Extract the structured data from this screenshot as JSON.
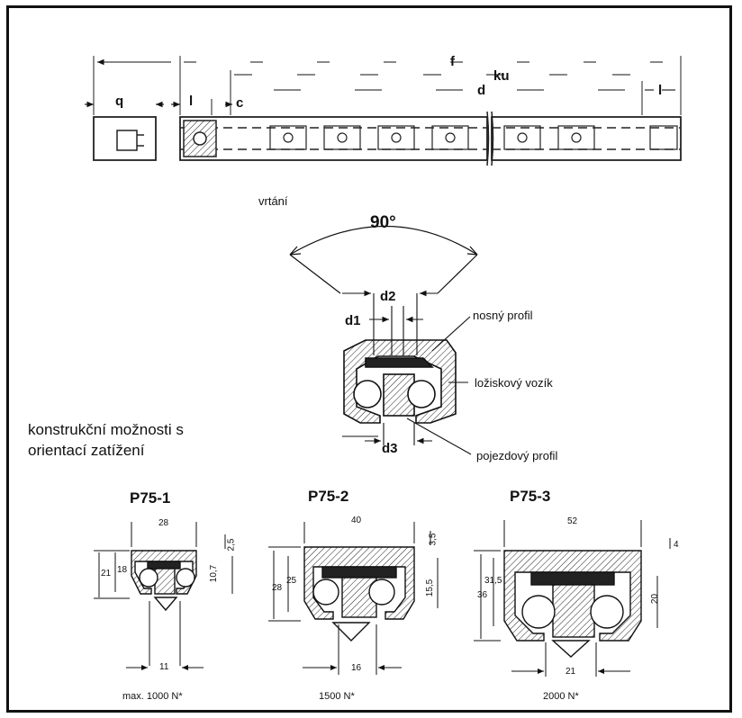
{
  "rail_dims": {
    "f": "f",
    "ku": "ku",
    "d": "d",
    "q": "q",
    "l_left": "l",
    "c": "c",
    "l_right": "l"
  },
  "section": {
    "drilling_label": "vrtání",
    "angle": "90°",
    "d1": "d1",
    "d2": "d2",
    "d3": "d3",
    "bearing_profile": "nosný profil",
    "carriage": "ložiskový vozík",
    "running_profile": "pojezdový profil"
  },
  "options_title_line1": "konstrukční možnosti s",
  "options_title_line2": "orientací zatížení",
  "variants": [
    {
      "model": "P75-1",
      "width": "28",
      "top": "2,5",
      "h_outer": "21",
      "h_inner": "18",
      "h_right": "10,7",
      "bottom": "11",
      "load": "max. 1000 N*"
    },
    {
      "model": "P75-2",
      "width": "40",
      "top": "3,5",
      "h_outer": "28",
      "h_inner": "25",
      "h_right": "15,5",
      "bottom": "16",
      "load": "1500 N*"
    },
    {
      "model": "P75-3",
      "width": "52",
      "top": "4",
      "h_outer": "36",
      "h_inner": "31,5",
      "h_right": "20",
      "bottom": "21",
      "load": "2000 N*"
    }
  ]
}
